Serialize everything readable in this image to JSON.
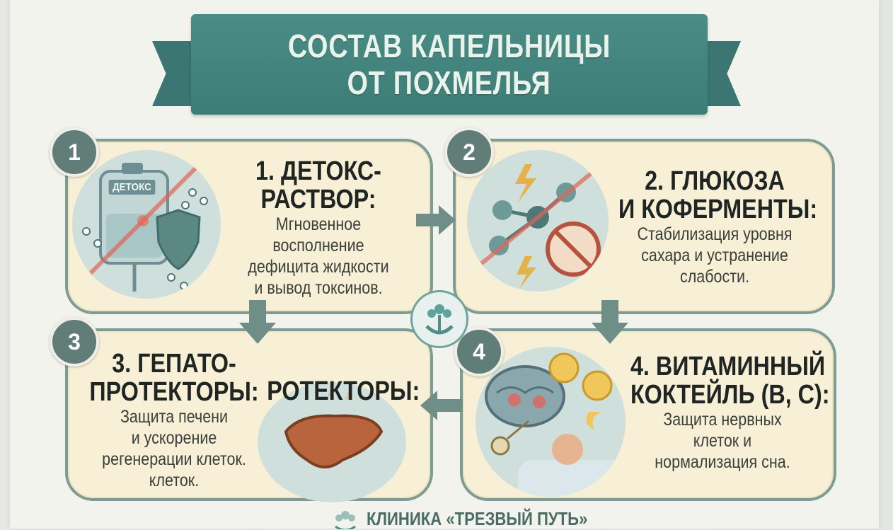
{
  "title": {
    "line1": "СОСТАВ КАПЕЛЬНИЦЫ",
    "line2": "ОТ ПОХМЕЛЬЯ"
  },
  "steps": [
    {
      "number": "1",
      "heading_1": "1. ДЕТОКС-",
      "heading_2": "РАСТВОР:",
      "lines": [
        "Мгновенное",
        "восполнение",
        "дефицита жидкости",
        "и вывод токсинов."
      ],
      "bag_label": "ДЕТОКС"
    },
    {
      "number": "2",
      "heading_1": "2. ГЛЮКОЗА",
      "heading_2": "И КОФЕРМЕНТЫ:",
      "lines": [
        "Стабилизация уровня",
        "сахара и устранение",
        "слабости."
      ]
    },
    {
      "number": "3",
      "heading_1": "3. ГЕПАТО-",
      "heading_2": "ПРОТЕКТОРЫ:",
      "lines": [
        "Защита печени",
        "и ускорение",
        "регенерации клеток.",
        "клеток."
      ],
      "duplicate_heading": "РОТЕКТОРЫ:"
    },
    {
      "number": "4",
      "heading_1": "4. ВИТАМИННЫЙ",
      "heading_2": "КОКТЕЙЛЬ (В, С):",
      "lines": [
        "Защита нервных",
        "клеток и",
        "нормализация сна."
      ]
    }
  ],
  "footer": {
    "clinic": "КЛИНИКА «ТРЕЗВЫЙ ПУТЬ»"
  },
  "colors": {
    "teal": "#3d7d77",
    "card": "#f7efd6",
    "border": "#7e9c93",
    "badge": "#607d77"
  },
  "icons": [
    "iv-bag-icon",
    "shield-icon",
    "molecule-icon",
    "lightning-icon",
    "no-hand-icon",
    "liver-icon",
    "brain-icon",
    "smiley-icon",
    "moon-icon",
    "key-icon",
    "sleeping-person-icon",
    "tree-hands-logo-icon",
    "arrow-right-icon",
    "arrow-down-icon",
    "arrow-left-icon"
  ]
}
